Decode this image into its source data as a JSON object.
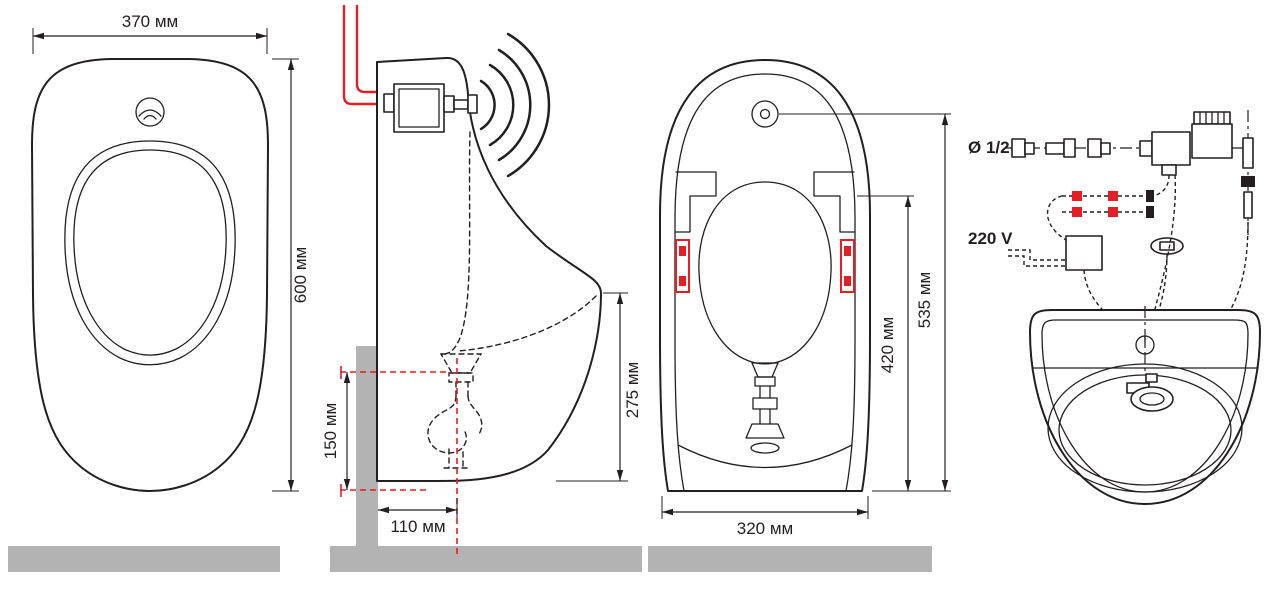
{
  "title": "Urinal installation dimensional drawing",
  "colors": {
    "line": "#231f20",
    "accent_red": "#e31e24",
    "wall_floor_gray": "#b3b3b3"
  },
  "views": {
    "front": {
      "dim_width": "370 мм",
      "dim_height": "600 мм"
    },
    "side": {
      "dim_inlet_height": "150 мм",
      "dim_trap_offset": "110 мм",
      "dim_lip_height": "275 мм"
    },
    "rear": {
      "dim_overall_height": "535 мм",
      "dim_mount_height": "420 мм",
      "dim_width": "320 мм"
    },
    "schematic": {
      "pipe_diameter": "Ø 1/2",
      "voltage": "220 V"
    }
  }
}
